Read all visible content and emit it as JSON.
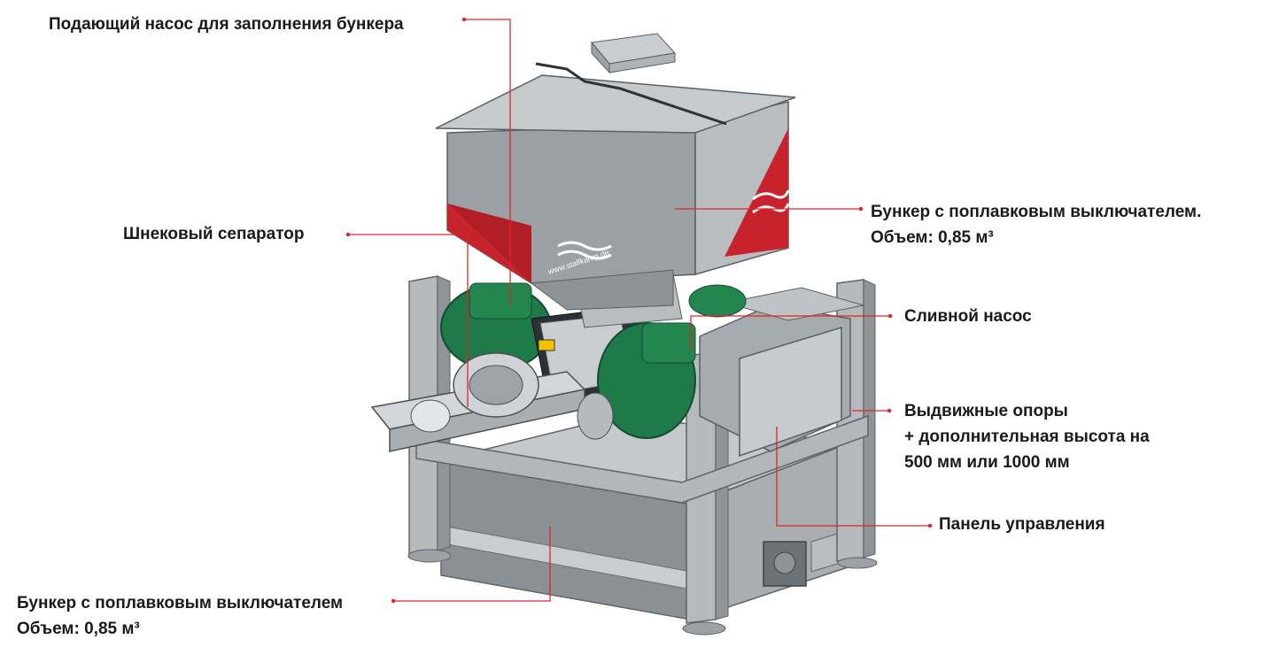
{
  "labels": {
    "feed_pump": "Подающий насос для заполнения бункера",
    "screw_separator": "Шнековый сепаратор",
    "top_hopper": {
      "line1": "Бункер с поплавковым выключателем.",
      "line2": "Объем: 0,85 м³"
    },
    "drain_pump": "Сливной насос",
    "legs": {
      "line1": "Выдвижные опоры",
      "line2": "+ дополнительная высота на",
      "line3": "500 мм или 1000 мм"
    },
    "control_panel": "Панель управления",
    "bottom_hopper": {
      "line1": "Бункер с поплавковым выключателем",
      "line2": "Объем: 0,85 м³"
    }
  },
  "hopper_brand": "www.stallkamp.de",
  "colors": {
    "leader": "#e2232a",
    "steel_light": "#bfc3c6",
    "steel_mid": "#9ea3a7",
    "steel_dark": "#7f858a",
    "brand_red": "#c8232c",
    "motor_green": "#1f7a4a"
  }
}
